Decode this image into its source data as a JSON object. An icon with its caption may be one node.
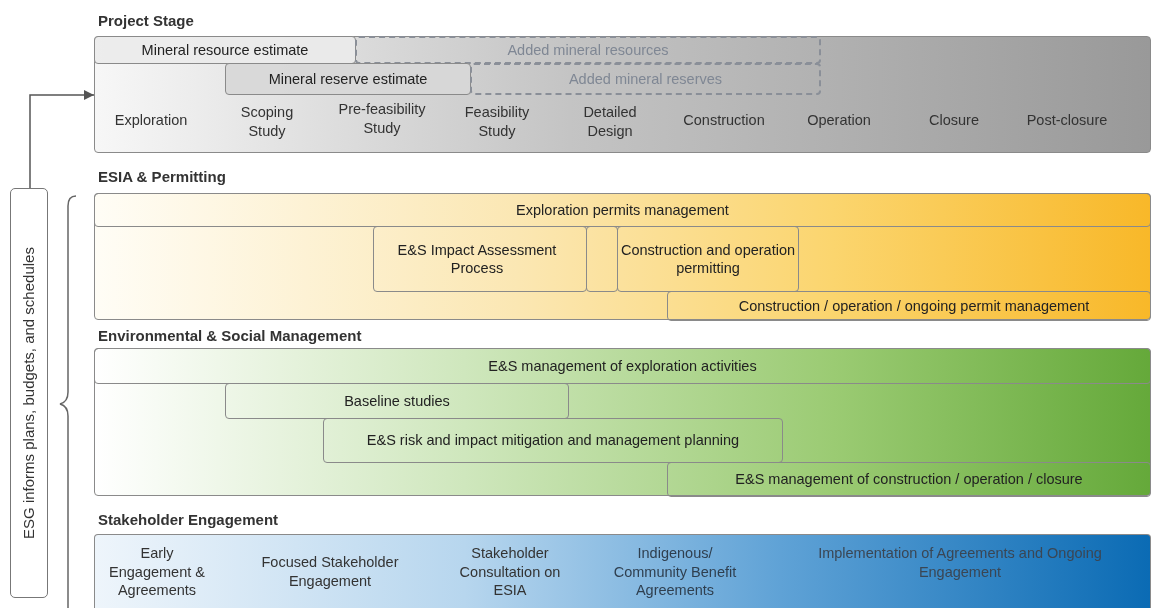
{
  "diagram": {
    "nodes": [
      {
        "text": [
          "Project Stage"
        ]
      },
      {
        "text": [
          "Mineral resource estimate"
        ],
        "in": 0
      },
      {
        "text": [
          "Added mineral resources"
        ],
        "in": 0
      },
      {
        "text": [
          "Mineral reserve estimate"
        ],
        "in": 0
      },
      {
        "text": [
          "Added mineral reserves"
        ],
        "in": 0
      },
      {
        "text": [
          "ESIA & Permitting"
        ]
      },
      {
        "text": [
          "Exploration permits management"
        ],
        "in": 5
      },
      {
        "text": [
          "E&S Impact Assessment Process"
        ],
        "in": 5
      },
      {
        "text": [],
        "shape": "box",
        "in": 5
      },
      {
        "text": [
          "Construction and operation permitting"
        ],
        "in": 5
      },
      {
        "text": [
          "Construction / operation / ongoing permit management"
        ],
        "in": 5
      },
      {
        "text": [
          "Environmental & Social Management"
        ]
      },
      {
        "text": [
          "E&S management of exploration activities"
        ],
        "in": 11
      },
      {
        "text": [
          "Baseline studies"
        ],
        "in": 11
      },
      {
        "text": [
          "E&S risk and impact mitigation and management planning"
        ],
        "in": 11
      },
      {
        "text": [
          "E&S management of construction / operation / closure"
        ],
        "in": 11
      },
      {
        "text": [
          "Stakeholder Engagement"
        ]
      },
      {
        "text": [
          "ESG informs plans, budgets, and schedules"
        ]
      }
    ],
    "edges": [
      {
        "from": 17,
        "to": 0,
        "arrow": "to"
      }
    ],
    "labels": [
      "Exploration",
      "Scoping Study",
      "Pre-feasibility Study",
      "Feasibility Study",
      "Detailed Design",
      "Construction",
      "Operation",
      "Closure",
      "Post-closure",
      "Early Engagement & Agreements",
      "Focused Stakeholder Engagement",
      "Stakeholder Consultation on ESIA",
      "Indigenous/ Community Benefit Agreements",
      "Implementation of Agreements and Ongoing Engagement"
    ]
  }
}
